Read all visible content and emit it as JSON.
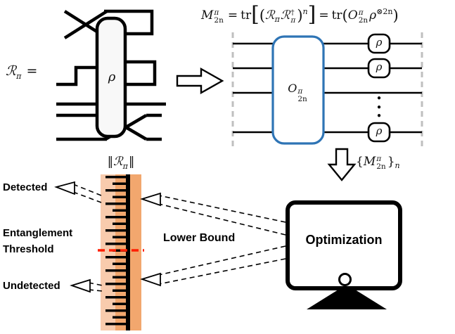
{
  "formula": {
    "m": "M",
    "m_sup": "π",
    "m_sub": "2n",
    "eq1": "=",
    "tr1": "tr",
    "lbrack": "[",
    "lparen1": "(",
    "r1": "ℛ",
    "r1_sub": "π",
    "r2": "ℛ",
    "r2_sup": "†",
    "r2_sub": "π",
    "rparen1": ")",
    "pow_n": "n",
    "rbrack": "]",
    "eq2": "=",
    "tr2": "tr",
    "lparen2": "(",
    "o": "O",
    "o_sup": "π",
    "o_sub": "2n",
    "rho": "ρ",
    "rho_sup": "⊗2n",
    "rparen2": ")"
  },
  "left_circuit": {
    "label_r": "ℛ",
    "label_r_sub": "π",
    "label_eq": " =",
    "rho_label": "ρ"
  },
  "right_circuit": {
    "o": "O",
    "o_sup": "π",
    "o_sub": "2n",
    "rho_labels": [
      "ρ",
      "ρ",
      "ρ"
    ]
  },
  "icons": {
    "vertical_dots": "●\n●\n●"
  },
  "moments": {
    "lbrace": "{",
    "m": "M",
    "m_sup": "π",
    "m_sub": "2n",
    "rbrace": "}",
    "sub_n": "n"
  },
  "ruler": {
    "title_l": "‖",
    "title_letter": "ℛ",
    "title_sub": "π",
    "title_r": "‖"
  },
  "labels": {
    "detected": "Detected",
    "entanglement": "Entanglement",
    "threshold": "Threshold",
    "undetected": "Undetected",
    "lower_bound": "Lower Bound",
    "optimization": "Optimization"
  },
  "colors": {
    "operator_box_blue": "#2E74B5",
    "ruler_band_light": "#F8CBAD",
    "ruler_band_orange": "#F2A76E",
    "threshold_red": "#FF1F00",
    "boundary_dash_gray": "#BFBFBF"
  }
}
